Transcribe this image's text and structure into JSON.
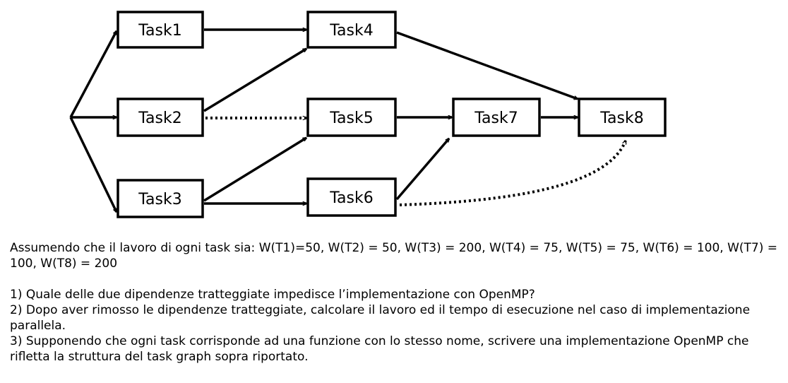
{
  "diagram": {
    "nodes": [
      {
        "id": "t1",
        "label": "Task1"
      },
      {
        "id": "t2",
        "label": "Task2"
      },
      {
        "id": "t3",
        "label": "Task3"
      },
      {
        "id": "t4",
        "label": "Task4"
      },
      {
        "id": "t5",
        "label": "Task5"
      },
      {
        "id": "t6",
        "label": "Task6"
      },
      {
        "id": "t7",
        "label": "Task7"
      },
      {
        "id": "t8",
        "label": "Task8"
      }
    ],
    "edges": [
      {
        "from": "start",
        "to": "t1",
        "style": "solid"
      },
      {
        "from": "start",
        "to": "t2",
        "style": "solid"
      },
      {
        "from": "start",
        "to": "t3",
        "style": "solid"
      },
      {
        "from": "t1",
        "to": "t4",
        "style": "solid"
      },
      {
        "from": "t2",
        "to": "t4",
        "style": "solid"
      },
      {
        "from": "t2",
        "to": "t5",
        "style": "dotted"
      },
      {
        "from": "t3",
        "to": "t5",
        "style": "solid"
      },
      {
        "from": "t3",
        "to": "t6",
        "style": "solid"
      },
      {
        "from": "t4",
        "to": "t8",
        "style": "solid"
      },
      {
        "from": "t5",
        "to": "t7",
        "style": "solid"
      },
      {
        "from": "t6",
        "to": "t7",
        "style": "solid"
      },
      {
        "from": "t7",
        "to": "t8",
        "style": "solid"
      },
      {
        "from": "t6",
        "to": "t8",
        "style": "dotted"
      }
    ]
  },
  "text": {
    "assumption": "Assumendo che il lavoro di ogni task sia: W(T1)=50, W(T2) = 50, W(T3) = 200, W(T4) = 75, W(T5) = 75, W(T6) = 100, W(T7) = 100, W(T8) = 200",
    "q1": "1) Quale delle due dipendenze tratteggiate impedisce l’implementazione con OpenMP?",
    "q2": "2) Dopo aver rimosso le dipendenze tratteggiate, calcolare il lavoro ed il tempo di esecuzione nel caso di implementazione parallela.",
    "q3": "3) Supponendo che ogni task corrisponde ad una funzione con lo stesso nome, scrivere una implementazione OpenMP che rifletta la struttura del task graph sopra riportato."
  }
}
